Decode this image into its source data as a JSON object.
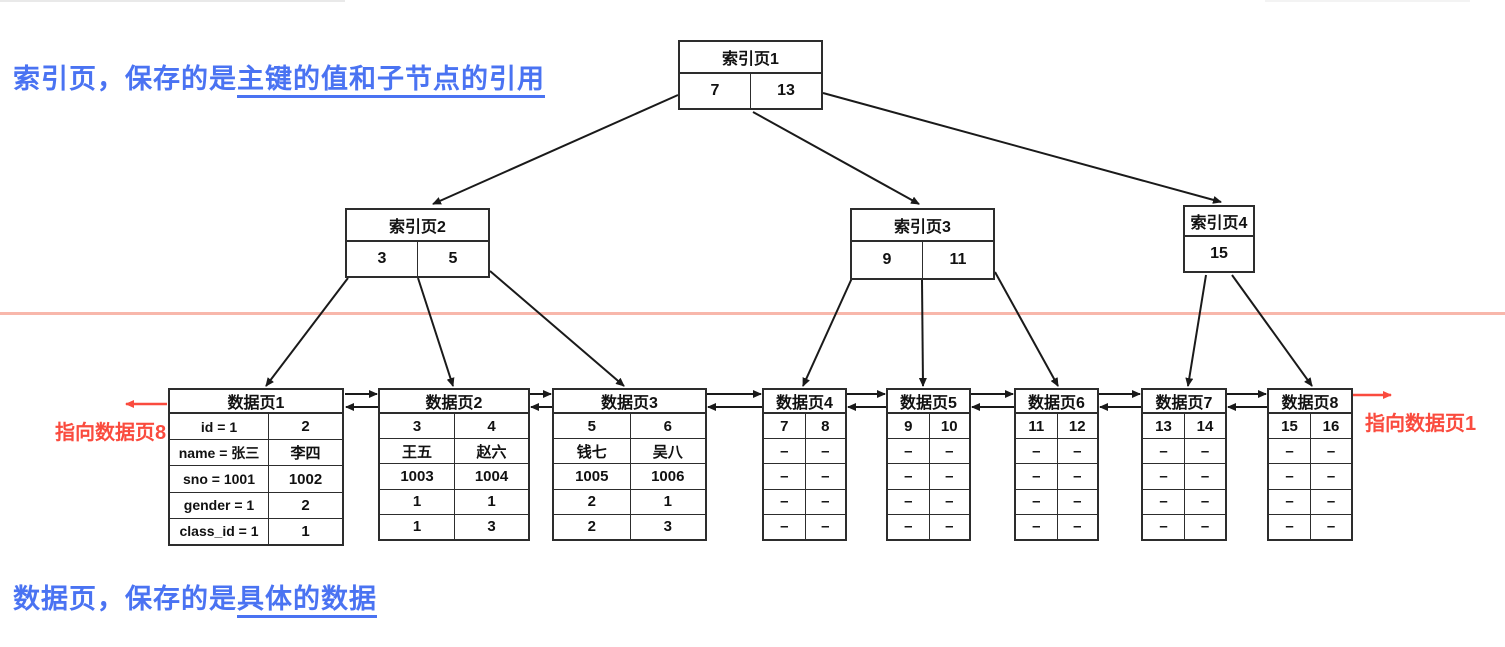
{
  "annotations": {
    "index_note": {
      "plain": "索引页，保存的是",
      "underlined": "主键的值和子节点的引用"
    },
    "data_note": {
      "plain": "数据页，保存的是",
      "underlined": "具体的数据"
    },
    "left_pointer": "指向数据页8",
    "right_pointer": "指向数据页1"
  },
  "colors": {
    "note_blue": "#4a73f2",
    "pointer_red": "#fa4b3e",
    "divider_pink": "#f8b7ab",
    "line_black": "#1a1a1a"
  },
  "tree": {
    "index_pages": [
      {
        "title": "索引页1",
        "keys": [
          "7",
          "13"
        ]
      },
      {
        "title": "索引页2",
        "keys": [
          "3",
          "5"
        ]
      },
      {
        "title": "索引页3",
        "keys": [
          "9",
          "11"
        ]
      },
      {
        "title": "索引页4",
        "keys": [
          "15"
        ]
      }
    ],
    "data_pages": [
      {
        "title": "数据页1",
        "rows": [
          [
            "id = 1",
            "2"
          ],
          [
            "name = 张三",
            "李四"
          ],
          [
            "sno = 1001",
            "1002"
          ],
          [
            "gender = 1",
            "2"
          ],
          [
            "class_id = 1",
            "1"
          ]
        ]
      },
      {
        "title": "数据页2",
        "rows": [
          [
            "3",
            "4"
          ],
          [
            "王五",
            "赵六"
          ],
          [
            "1003",
            "1004"
          ],
          [
            "1",
            "1"
          ],
          [
            "1",
            "3"
          ]
        ]
      },
      {
        "title": "数据页3",
        "rows": [
          [
            "5",
            "6"
          ],
          [
            "钱七",
            "吴八"
          ],
          [
            "1005",
            "1006"
          ],
          [
            "2",
            "1"
          ],
          [
            "2",
            "3"
          ]
        ]
      },
      {
        "title": "数据页4",
        "rows": [
          [
            "7",
            "8"
          ],
          [
            "–",
            "–"
          ],
          [
            "–",
            "–"
          ],
          [
            "–",
            "–"
          ],
          [
            "–",
            "–"
          ]
        ]
      },
      {
        "title": "数据页5",
        "rows": [
          [
            "9",
            "10"
          ],
          [
            "–",
            "–"
          ],
          [
            "–",
            "–"
          ],
          [
            "–",
            "–"
          ],
          [
            "–",
            "–"
          ]
        ]
      },
      {
        "title": "数据页6",
        "rows": [
          [
            "11",
            "12"
          ],
          [
            "–",
            "–"
          ],
          [
            "–",
            "–"
          ],
          [
            "–",
            "–"
          ],
          [
            "–",
            "–"
          ]
        ]
      },
      {
        "title": "数据页7",
        "rows": [
          [
            "13",
            "14"
          ],
          [
            "–",
            "–"
          ],
          [
            "–",
            "–"
          ],
          [
            "–",
            "–"
          ],
          [
            "–",
            "–"
          ]
        ]
      },
      {
        "title": "数据页8",
        "rows": [
          [
            "15",
            "16"
          ],
          [
            "–",
            "–"
          ],
          [
            "–",
            "–"
          ],
          [
            "–",
            "–"
          ],
          [
            "–",
            "–"
          ]
        ]
      }
    ]
  }
}
